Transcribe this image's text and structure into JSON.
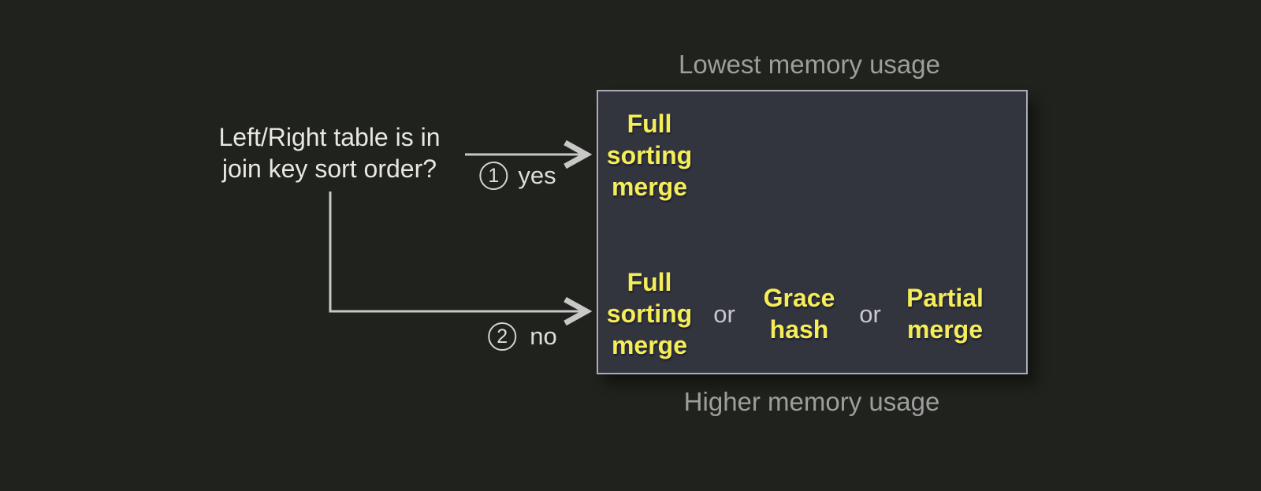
{
  "question": {
    "line1": "Left/Right table is in",
    "line2": "join key sort order?"
  },
  "branches": {
    "yes": {
      "number": "1",
      "label": "yes"
    },
    "no": {
      "number": "2",
      "label": "no"
    }
  },
  "memory": {
    "top": "Lowest memory usage",
    "bottom": "Higher memory usage"
  },
  "box": {
    "sorted_option": {
      "l1": "Full",
      "l2": "sorting",
      "l3": "merge"
    },
    "unsorted_options": {
      "full_sorting_merge": {
        "l1": "Full",
        "l2": "sorting",
        "l3": "merge"
      },
      "or1": "or",
      "grace_hash": {
        "l1": "Grace",
        "l2": "hash"
      },
      "or2": "or",
      "partial_merge": {
        "l1": "Partial",
        "l2": "merge"
      }
    }
  },
  "colors": {
    "background": "#20221d",
    "box_fill": "#32353e",
    "box_border": "#a9adb4",
    "highlight_yellow": "#f6ee57",
    "text_white": "#e8e7e3",
    "text_muted_gray": "#9e9e9c",
    "connector_gray": "#c8c8c6"
  }
}
